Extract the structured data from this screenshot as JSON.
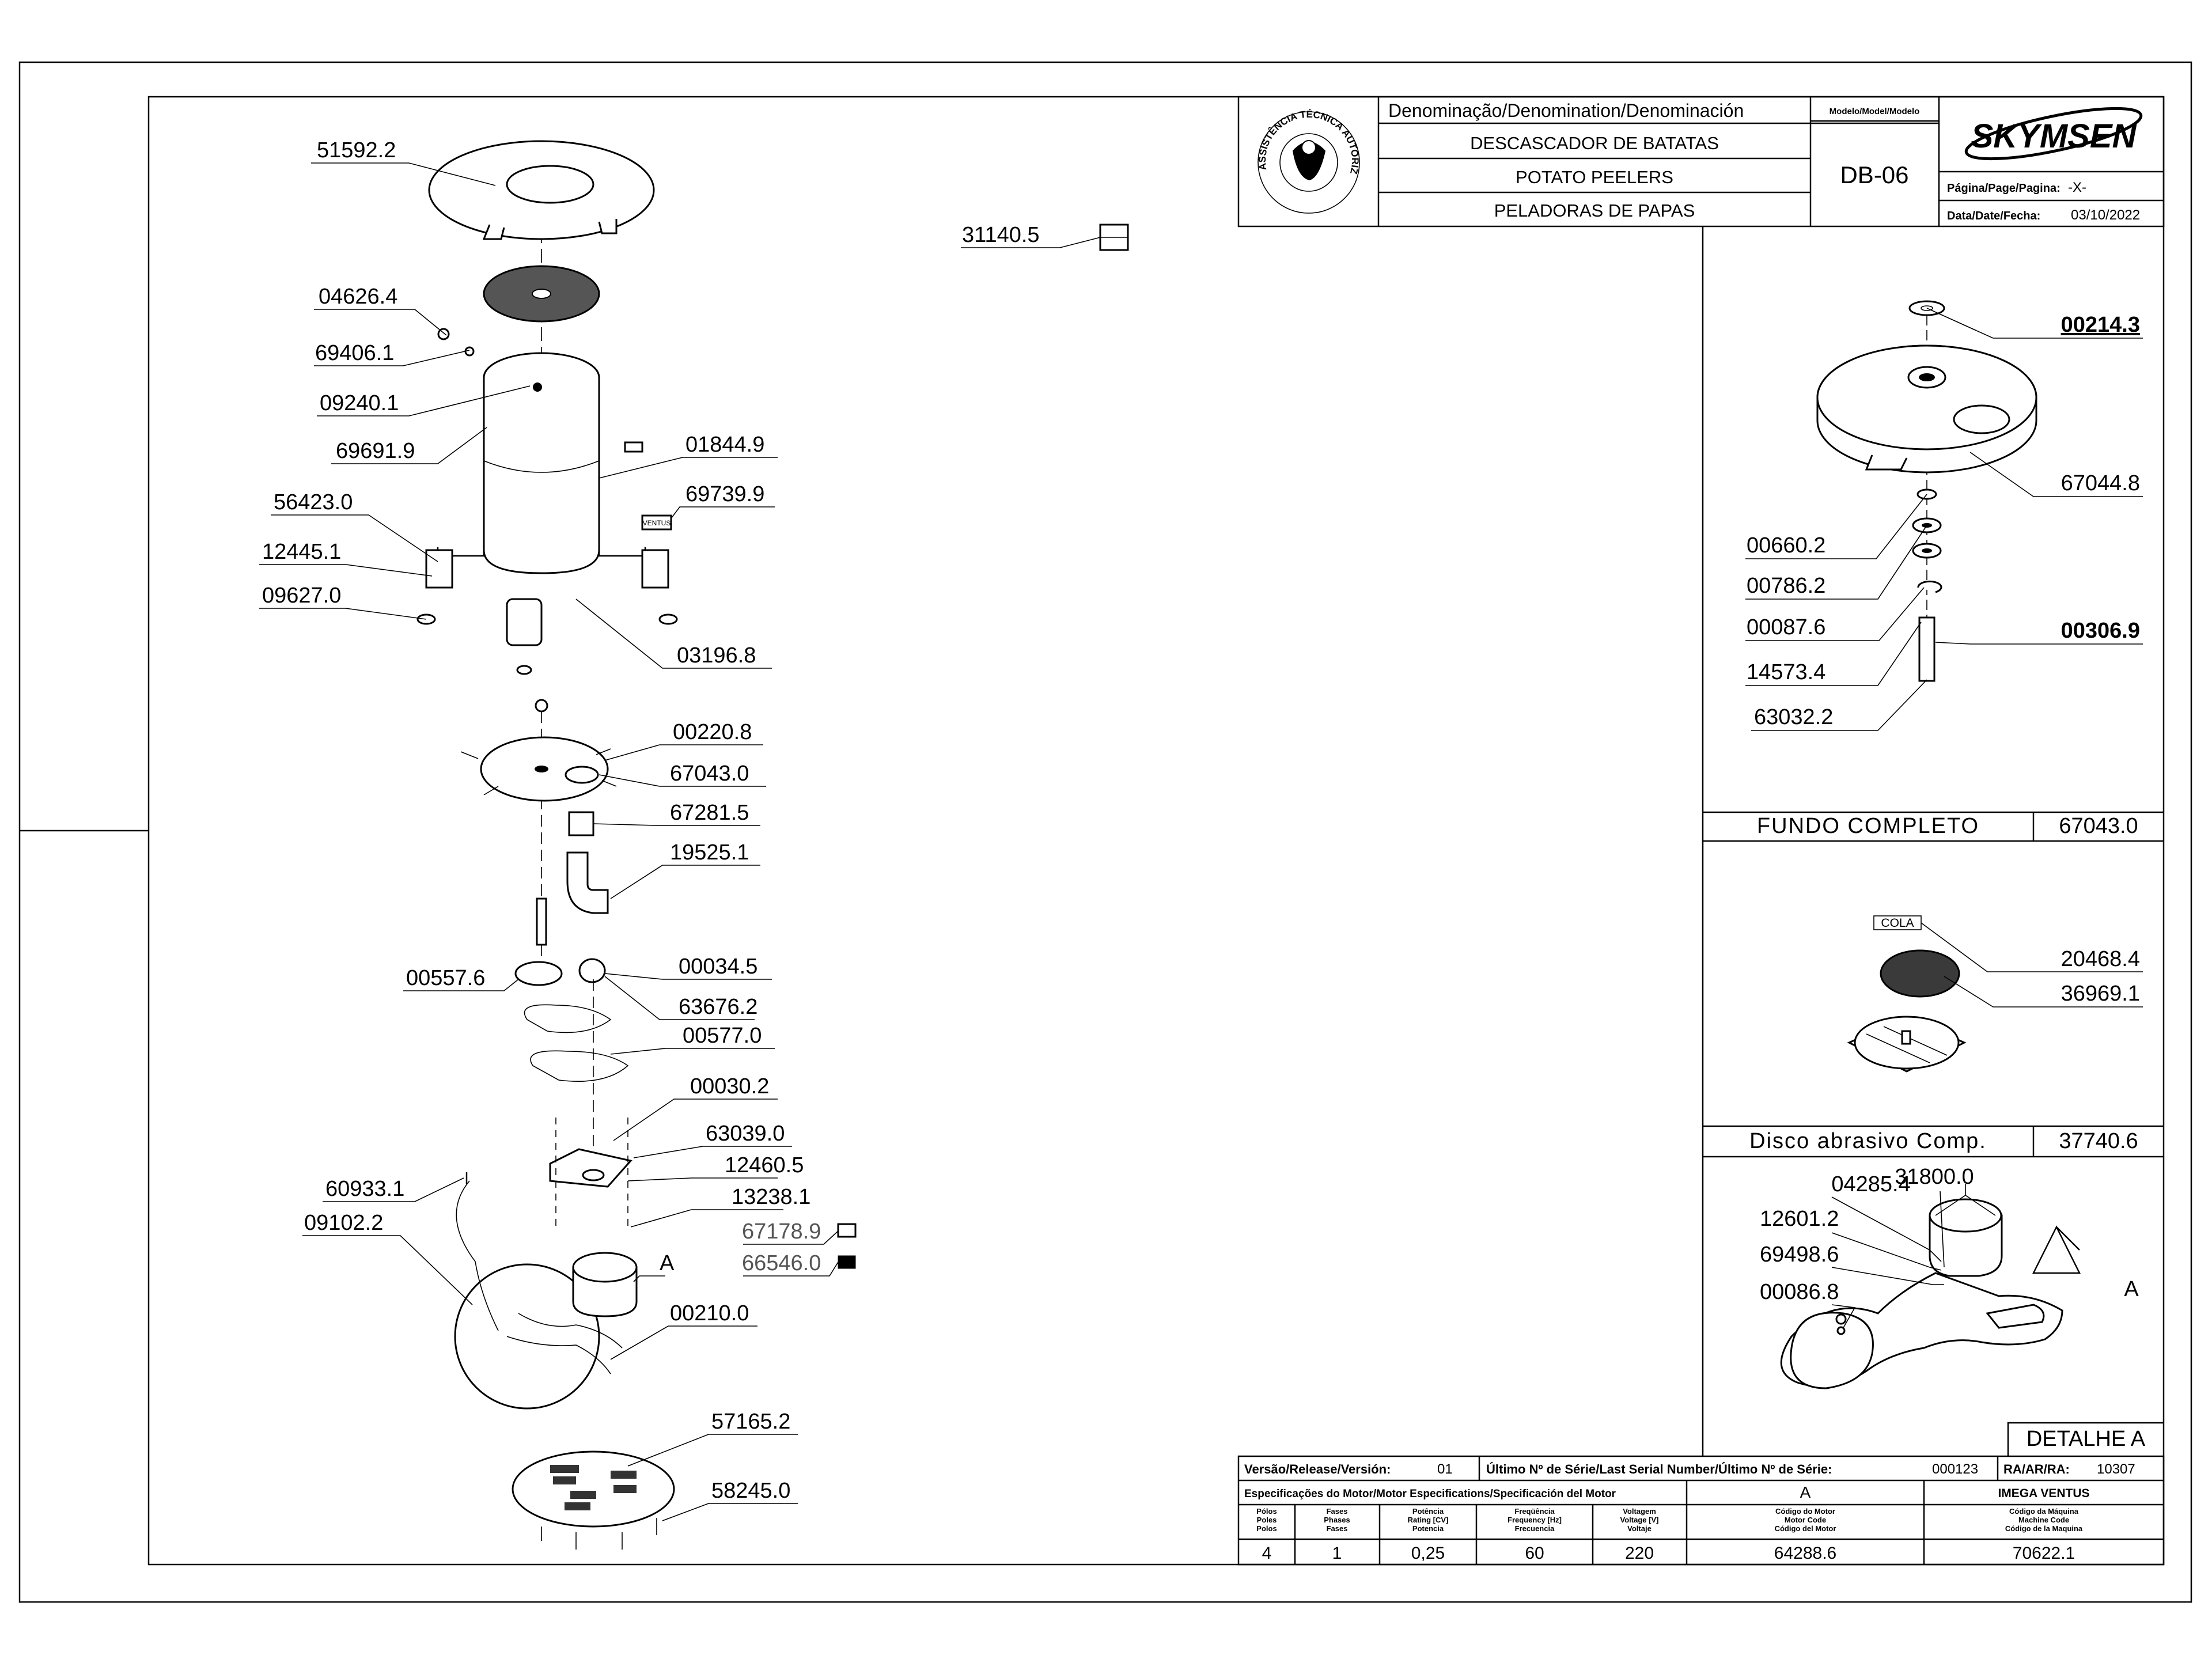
{
  "title_block": {
    "denomination_header": "Denominação/Denomination/Denominación",
    "names": [
      "DESCASCADOR DE BATATAS",
      "POTATO PEELERS",
      "PELADORAS DE PAPAS"
    ],
    "model_header": "Modelo/Model/Modelo",
    "model": "DB-06",
    "brand": "SKYMSEN",
    "page_label": "Página/Page/Pagina:",
    "page_value": "-X-",
    "date_label": "Data/Date/Fecha:",
    "date_value": "03/10/2022",
    "seal_text": "ASSISTÊNCIA TÉCNICA AUTORIZADA"
  },
  "main_labels": {
    "top": [
      "51592.2",
      "04626.4",
      "69406.1",
      "09240.1",
      "69691.9",
      "56423.0",
      "12445.1",
      "09627.0",
      "01844.9",
      "69739.9",
      "03196.8",
      "31140.5"
    ],
    "middle": [
      "00220.8",
      "67043.0",
      "67281.5",
      "19525.1"
    ],
    "drive": [
      "00034.5",
      "00557.6",
      "63676.2",
      "00577.0",
      "00030.2",
      "63039.0",
      "12460.5",
      "13238.1",
      "67178.9",
      "66546.0"
    ],
    "motor": [
      "60933.1",
      "09102.2",
      "00210.0",
      "A"
    ],
    "bottom": [
      "57165.2",
      "58245.0"
    ],
    "label_small": "VENTUS"
  },
  "detail_fundo": {
    "labels": [
      "00214.3",
      "67044.8",
      "00660.2",
      "00786.2",
      "00087.6",
      "00306.9",
      "14573.4",
      "63032.2"
    ],
    "title": "FUNDO COMPLETO",
    "code": "67043.0"
  },
  "detail_disco": {
    "cola": "COLA",
    "labels": [
      "20468.4",
      "36969.1"
    ],
    "title": "Disco abrasivo Comp.",
    "code": "37740.6"
  },
  "detail_a": {
    "labels": [
      "04285.4",
      "31800.0",
      "12601.2",
      "69498.6",
      "00086.8"
    ],
    "marker": "A",
    "title": "DETALHE A"
  },
  "bottom_table": {
    "version_label": "Versão/Release/Versión:",
    "version_value": "01",
    "serial_label": "Último Nº de Série/Last Serial Number/Último Nº de Série:",
    "serial_value": "000123",
    "ra_label": "RA/AR/RA:",
    "ra_value": "10307",
    "motor_spec_label": "Especificações do Motor/Motor Especifications/Specificación del Motor",
    "motor_letter": "A",
    "machine_name": "IMEGA VENTUS",
    "headers": [
      [
        "Pólos",
        "Poles",
        "Polos"
      ],
      [
        "Fases",
        "Phases",
        "Fases"
      ],
      [
        "Potência",
        "Rating [CV]",
        "Potencia"
      ],
      [
        "Freqüência",
        "Frequency [Hz]",
        "Frecuencia"
      ],
      [
        "Voltagem",
        "Voltage [V]",
        "Voltaje"
      ],
      [
        "Código do Motor",
        "Motor Code",
        "Código del Motor"
      ],
      [
        "Código da Máquina",
        "Machine Code",
        "Código de la Maquina"
      ]
    ],
    "values": [
      "4",
      "1",
      "0,25",
      "60",
      "220",
      "64288.6",
      "70622.1"
    ]
  }
}
